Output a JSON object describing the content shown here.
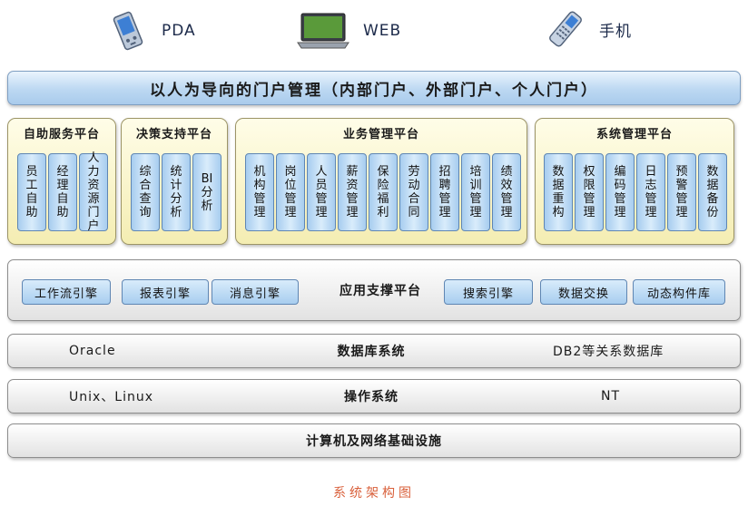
{
  "devices": [
    {
      "label": "PDA",
      "icon": "pda-icon"
    },
    {
      "label": "WEB",
      "icon": "laptop-icon"
    },
    {
      "label": "手机",
      "icon": "mobile-phone-icon"
    }
  ],
  "portal": {
    "label": "以人为导向的门户管理（内部门户、外部门户、个人门户）"
  },
  "platforms": [
    {
      "title": "自助服务平台",
      "items": [
        "员工自助",
        "经理自助",
        "人力资源门户"
      ]
    },
    {
      "title": "决策支持平台",
      "items": [
        "综合查询",
        "统计分析",
        "BI分析"
      ]
    },
    {
      "title": "业务管理平台",
      "items": [
        "机构管理",
        "岗位管理",
        "人员管理",
        "薪资管理",
        "保险福利",
        "劳动合同",
        "招聘管理",
        "培训管理",
        "绩效管理"
      ]
    },
    {
      "title": "系统管理平台",
      "items": [
        "数据重构",
        "权限管理",
        "编码管理",
        "日志管理",
        "预警管理",
        "数据备份"
      ]
    }
  ],
  "app_support": {
    "label": "应用支撑平台",
    "left_items": [
      "工作流引擎",
      "报表引擎",
      "消息引擎"
    ],
    "right_items": [
      "搜索引擎",
      "数据交换",
      "动态构件库"
    ]
  },
  "database": {
    "left": "Oracle",
    "center": "数据库系统",
    "right": "DB2等关系数据库"
  },
  "os": {
    "left": "Unix、Linux",
    "center": "操作系统",
    "right": "NT"
  },
  "infrastructure": {
    "label": "计算机及网络基础设施"
  },
  "caption": "系统架构图",
  "colors": {
    "portal": "#bcd8f2",
    "platform": "#f4edb2",
    "button": "#a7cdef",
    "caption": "#d9603b"
  }
}
